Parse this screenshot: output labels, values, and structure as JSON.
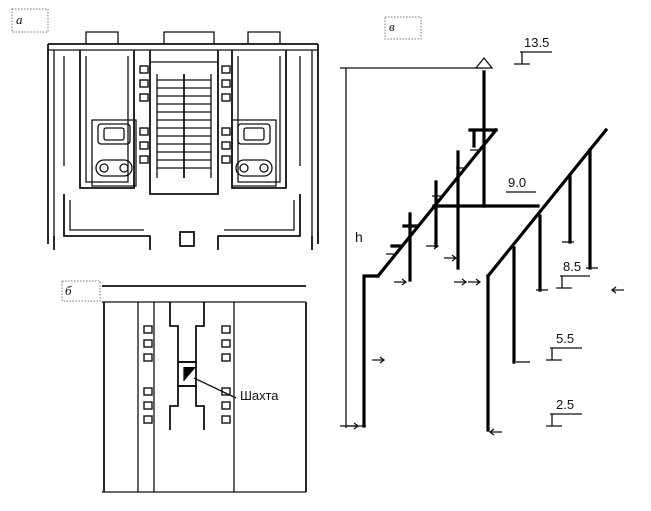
{
  "panels": {
    "a": {
      "label": "а"
    },
    "b": {
      "label": "б"
    },
    "v": {
      "label": "в"
    }
  },
  "shaft_label": "Шахта",
  "height_label": "h",
  "levels": [
    "13.5",
    "9.0",
    "8.5",
    "5.5",
    "2.5"
  ]
}
